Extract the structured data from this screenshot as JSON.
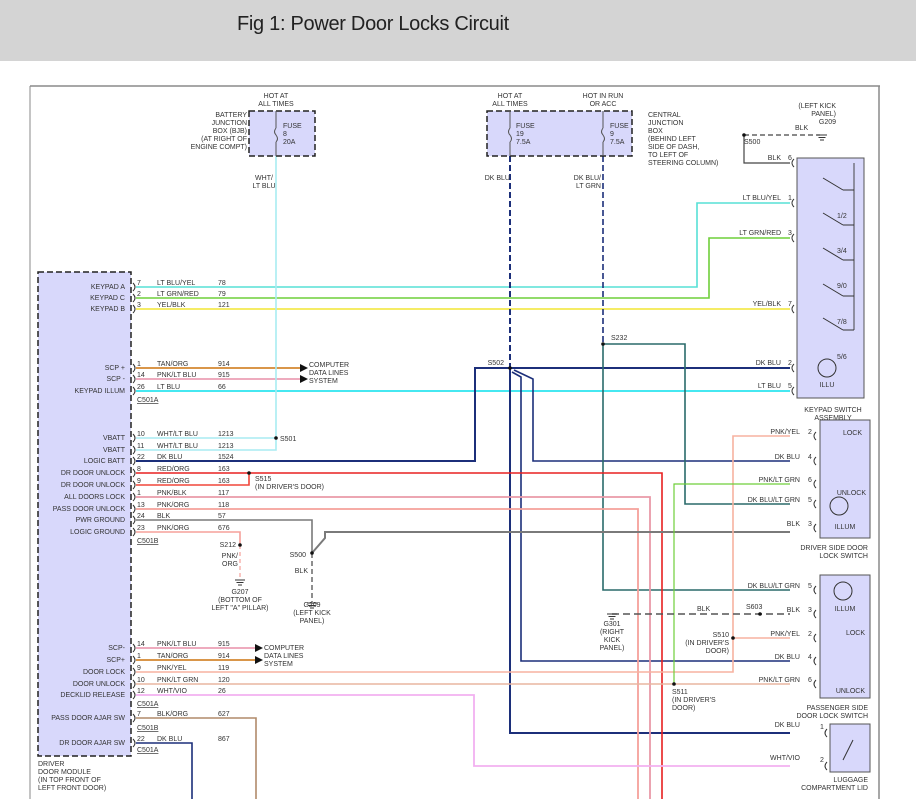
{
  "header": {
    "title": "Fig 1: Power Door Locks Circuit"
  },
  "colors": {
    "module_fill": "#d8d8fb",
    "lt_blu": "#5fe8f0",
    "lt_blu_yel": "#56e0d6",
    "lt_grn_red": "#6fcf3a",
    "yel_blk": "#f2e532",
    "tan_org": "#d9964a",
    "pnk_lt_blu": "#e88fa8",
    "wht_lt_blu": "#a8ecf2",
    "dk_blu": "#1c2f7a",
    "red_org": "#f0463a",
    "pnk_blk": "#e999a8",
    "pnk_org": "#f5a09a",
    "blk": "#7a7a7a",
    "pnk_yel": "#f7b2a0",
    "pnk_lt_grn": "#e8b5a0",
    "wht_vio": "#f2b0f0",
    "blk_org": "#b08a6a",
    "dk_blu_lt_grn": "#2a6a6a",
    "red": "#e82020"
  },
  "bjb": {
    "header": [
      "HOT AT",
      "ALL TIMES"
    ],
    "label": [
      "BATTERY",
      "JUNCTION",
      "BOX (BJB)",
      "(AT RIGHT OF",
      "ENGINE COMPT)"
    ],
    "fuse": [
      "FUSE",
      "8",
      "20A"
    ],
    "wire": [
      "WHT/",
      "LT BLU"
    ]
  },
  "cjb": {
    "header_left": [
      "HOT AT",
      "ALL TIMES"
    ],
    "header_right": [
      "HOT IN RUN",
      "OR ACC"
    ],
    "fuse_left": [
      "FUSE",
      "19",
      "7.5A"
    ],
    "fuse_right": [
      "FUSE",
      "9",
      "7.5A"
    ],
    "label": [
      "CENTRAL",
      "JUNCTION",
      "BOX",
      "(BEHIND LEFT",
      "SIDE OF DASH,",
      "TO LEFT OF",
      "STEERING COLUMN)"
    ],
    "wire_left": [
      "DK BLU"
    ],
    "wire_right": [
      "DK BLU/",
      "LT GRN"
    ]
  },
  "ground_g209_top": {
    "label": [
      "(LEFT KICK",
      "PANEL)",
      "G209"
    ],
    "wire": "BLK",
    "splice": "S500"
  },
  "keypad": {
    "title": [
      "KEYPAD SWITCH",
      "ASSEMBLY"
    ],
    "pins": [
      {
        "wire": "BLK",
        "pin": "6"
      },
      {
        "wire": "LT BLU/YEL",
        "pin": "1"
      },
      {
        "wire": "LT GRN/RED",
        "pin": "3"
      },
      {
        "wire": "YEL/BLK",
        "pin": "7"
      },
      {
        "wire": "DK BLU",
        "pin": "2"
      },
      {
        "wire": "LT BLU",
        "pin": "5"
      }
    ],
    "buttons": [
      "1/2",
      "3/4",
      "9/0",
      "7/8",
      "5/6"
    ],
    "illum": "ILLU"
  },
  "module": {
    "label": [
      "DRIVER",
      "DOOR MODULE",
      "(IN TOP FRONT OF",
      "LEFT FRONT DOOR)"
    ],
    "rows": [
      {
        "name": "KEYPAD A",
        "pin": "7",
        "wire": "LT BLU/YEL",
        "circuit": "78"
      },
      {
        "name": "KEYPAD C",
        "pin": "2",
        "wire": "LT GRN/RED",
        "circuit": "79"
      },
      {
        "name": "KEYPAD B",
        "pin": "3",
        "wire": "YEL/BLK",
        "circuit": "121"
      },
      {
        "name": "SCP +",
        "pin": "1",
        "wire": "TAN/ORG",
        "circuit": "914"
      },
      {
        "name": "SCP -",
        "pin": "14",
        "wire": "PNK/LT BLU",
        "circuit": "915"
      },
      {
        "name": "KEYPAD ILLUM",
        "pin": "26",
        "wire": "LT BLU",
        "circuit": "66"
      },
      {
        "name": "VBATT",
        "pin": "10",
        "wire": "WHT/LT BLU",
        "circuit": "1213"
      },
      {
        "name": "VBATT",
        "pin": "11",
        "wire": "WHT/LT BLU",
        "circuit": "1213"
      },
      {
        "name": "LOGIC BATT",
        "pin": "22",
        "wire": "DK BLU",
        "circuit": "1524"
      },
      {
        "name": "DR DOOR UNLOCK",
        "pin": "8",
        "wire": "RED/ORG",
        "circuit": "163"
      },
      {
        "name": "DR DOOR UNLOCK",
        "pin": "9",
        "wire": "RED/ORG",
        "circuit": "163"
      },
      {
        "name": "ALL DOORS LOCK",
        "pin": "1",
        "wire": "PNK/BLK",
        "circuit": "117"
      },
      {
        "name": "PASS DOOR UNLOCK",
        "pin": "13",
        "wire": "PNK/ORG",
        "circuit": "118"
      },
      {
        "name": "PWR GROUND",
        "pin": "24",
        "wire": "BLK",
        "circuit": "57"
      },
      {
        "name": "LOGIC GROUND",
        "pin": "23",
        "wire": "PNK/ORG",
        "circuit": "676"
      },
      {
        "name": "SCP-",
        "pin": "14",
        "wire": "PNK/LT BLU",
        "circuit": "915"
      },
      {
        "name": "SCP+",
        "pin": "1",
        "wire": "TAN/ORG",
        "circuit": "914"
      },
      {
        "name": "DOOR LOCK",
        "pin": "9",
        "wire": "PNK/YEL",
        "circuit": "119"
      },
      {
        "name": "DOOR UNLOCK",
        "pin": "10",
        "wire": "PNK/LT GRN",
        "circuit": "120"
      },
      {
        "name": "DECKLID RELEASE",
        "pin": "12",
        "wire": "WHT/VIO",
        "circuit": "26"
      },
      {
        "name": "PASS DOOR AJAR SW",
        "pin": "7",
        "wire": "BLK/ORG",
        "circuit": "627"
      },
      {
        "name": "DR DOOR AJAR SW",
        "pin": "22",
        "wire": "DK BLU",
        "circuit": "867"
      }
    ],
    "connectors": [
      "C501A",
      "C501B",
      "C501A",
      "C501B",
      "C501A"
    ]
  },
  "computer_data": [
    "COMPUTER",
    "DATA LINES",
    "SYSTEM"
  ],
  "splices": {
    "s501": "S501",
    "s515": [
      "S515",
      "(IN DRIVER'S DOOR)"
    ],
    "s502": "S502",
    "s232": "S232",
    "s212": "S212",
    "s500": "S500",
    "s603": "S603",
    "s510": [
      "S510",
      "(IN DRIVER'S",
      "DOOR)"
    ],
    "s511": [
      "S511",
      "(IN DRIVER'S",
      "DOOR)"
    ]
  },
  "grounds": {
    "g207": {
      "wire": [
        "PNK/",
        "ORG"
      ],
      "label": [
        "G207",
        "(BOTTOM OF",
        "LEFT \"A\" PILLAR)"
      ]
    },
    "g209": {
      "wire": "BLK",
      "label": [
        "G209",
        "(LEFT KICK",
        "PANEL)"
      ]
    },
    "g301": {
      "wire": "BLK",
      "label": [
        "G301",
        "(RIGHT",
        "KICK",
        "PANEL)"
      ]
    }
  },
  "driver_switch": {
    "title": [
      "DRIVER SIDE DOOR",
      "LOCK SWITCH"
    ],
    "pins": [
      {
        "wire": "PNK/YEL",
        "pin": "2"
      },
      {
        "wire": "DK BLU",
        "pin": "4"
      },
      {
        "wire": "PNK/LT GRN",
        "pin": "6"
      },
      {
        "wire": "DK BLU/LT GRN",
        "pin": "5"
      },
      {
        "wire": "BLK",
        "pin": "3"
      }
    ],
    "lock": "LOCK",
    "unlock": "UNLOCK",
    "illum": "ILLUM"
  },
  "pass_switch": {
    "title": [
      "PASSENGER SIDE",
      "DOOR LOCK SWITCH"
    ],
    "pins": [
      {
        "wire": "DK BLU/LT GRN",
        "pin": "5"
      },
      {
        "wire": "BLK",
        "pin": "3"
      },
      {
        "wire": "PNK/YEL",
        "pin": "2"
      },
      {
        "wire": "DK BLU",
        "pin": "4"
      },
      {
        "wire": "PNK/LT GRN",
        "pin": "6"
      }
    ],
    "lock": "LOCK",
    "unlock": "UNLOCK",
    "illum": "ILLUM"
  },
  "luggage_switch": {
    "title": [
      "LUGGAGE",
      "COMPARTMENT LID"
    ],
    "pins": [
      {
        "wire": "DK BLU",
        "pin": "1"
      },
      {
        "wire": "WHT/VIO",
        "pin": "2"
      }
    ]
  }
}
